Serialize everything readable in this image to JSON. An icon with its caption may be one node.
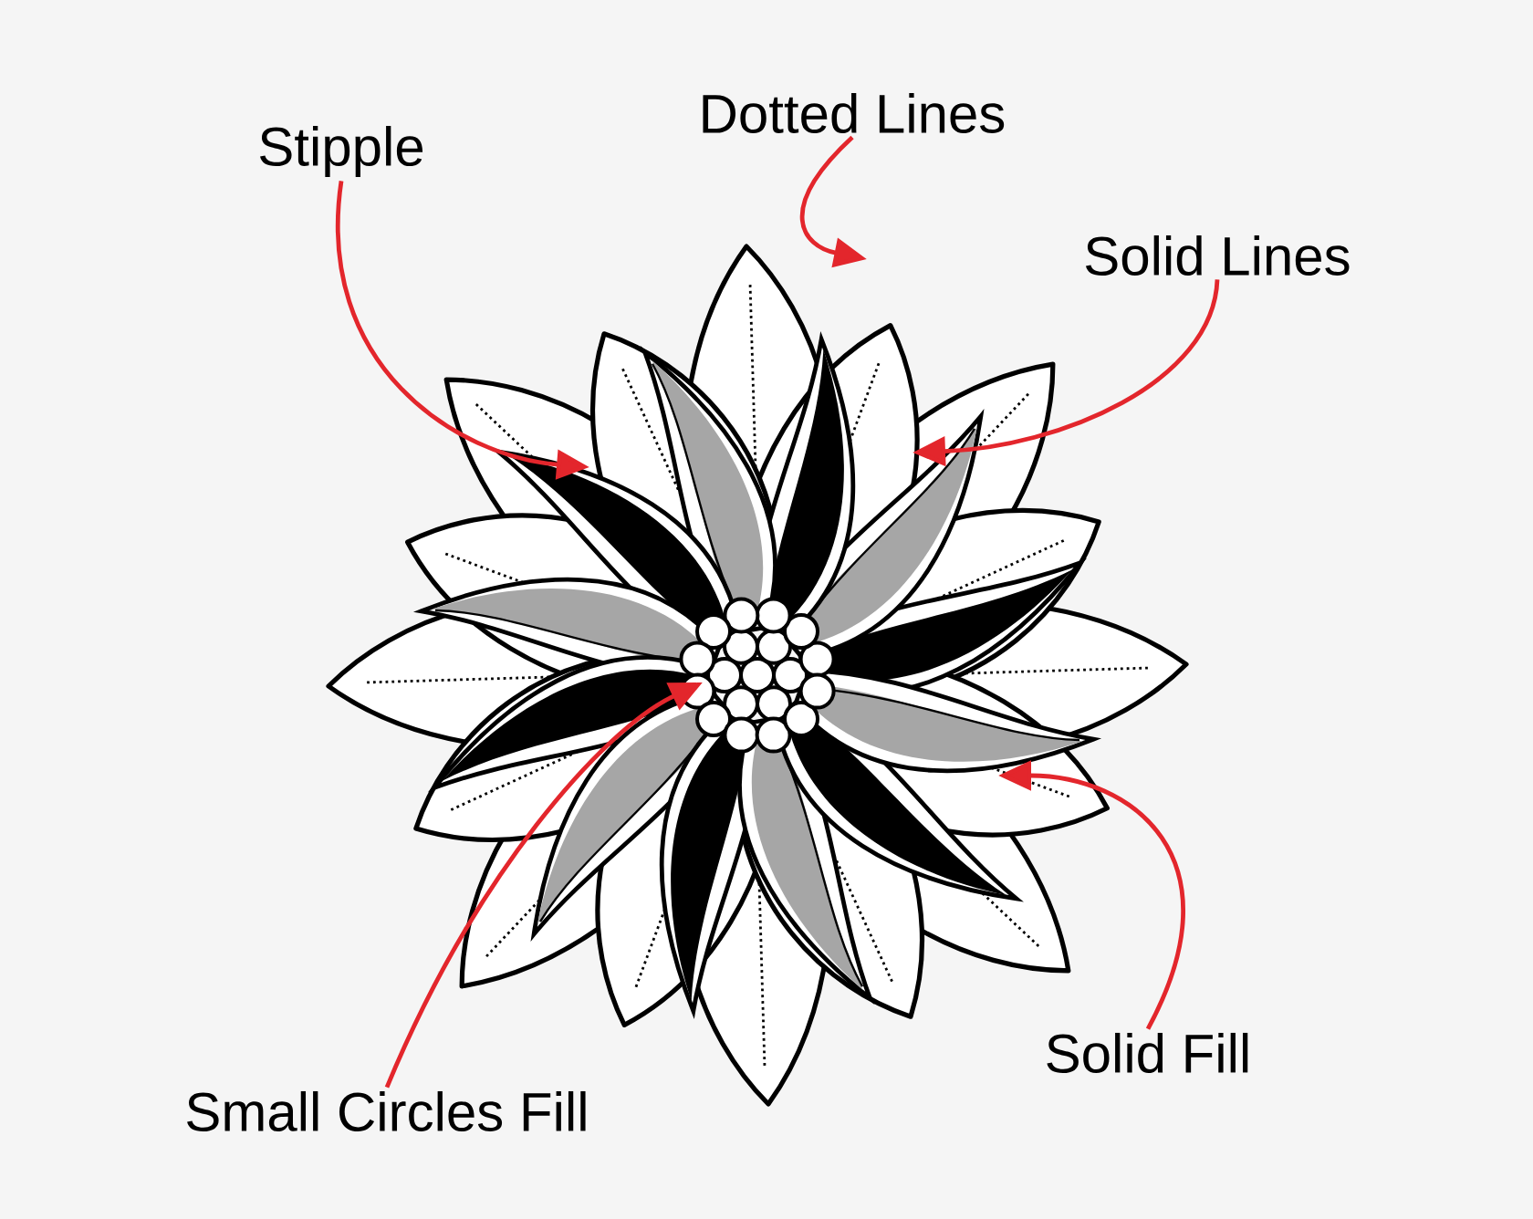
{
  "diagram": {
    "nodes": [
      {
        "text": [
          "Stipple"
        ]
      },
      {
        "text": [
          "Dotted Lines"
        ]
      },
      {
        "text": [
          "Solid Lines"
        ]
      },
      {
        "text": [
          "Solid Fill"
        ]
      },
      {
        "text": [
          "Small Circles Fill"
        ]
      }
    ],
    "edges": [
      {
        "from": 0,
        "to": null,
        "arrow": "to"
      },
      {
        "from": 1,
        "to": null,
        "arrow": "to"
      },
      {
        "from": 2,
        "to": null,
        "arrow": "to"
      },
      {
        "from": 3,
        "to": null,
        "arrow": "to"
      },
      {
        "from": 4,
        "to": null,
        "arrow": "to"
      }
    ]
  }
}
